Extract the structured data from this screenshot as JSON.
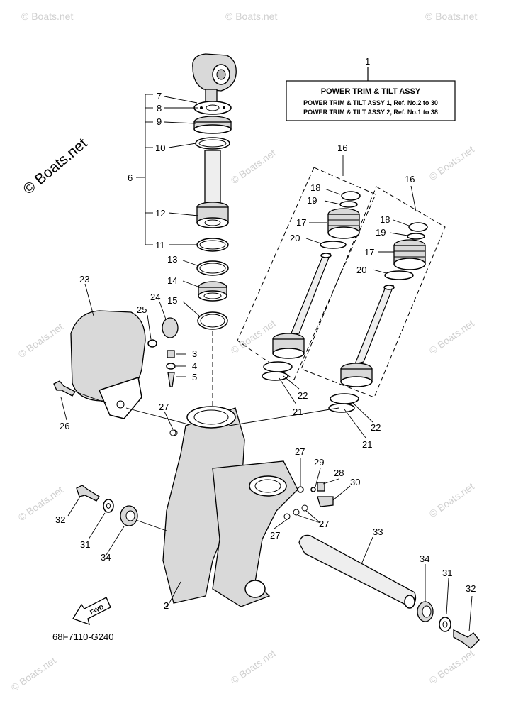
{
  "watermark": {
    "main": "© Boats.net",
    "faint": "© Boats.net"
  },
  "legend_box": {
    "title": "POWER TRIM & TILT ASSY",
    "line1": "POWER TRIM & TILT ASSY 1,   Ref. No.2 to 30",
    "line2": "POWER TRIM & TILT ASSY 2,   Ref. No.1 to 38"
  },
  "diagram_code": "68F7110-G240",
  "fwd_label": "FWD",
  "callouts": {
    "c1": "1",
    "c2": "2",
    "c3": "3",
    "c4": "4",
    "c5": "5",
    "c6": "6",
    "c7": "7",
    "c8": "8",
    "c9": "9",
    "c10": "10",
    "c11": "11",
    "c12": "12",
    "c13": "13",
    "c14": "14",
    "c15": "15",
    "c16a": "16",
    "c16b": "16",
    "c17a": "17",
    "c17b": "17",
    "c18a": "18",
    "c18b": "18",
    "c19a": "19",
    "c19b": "19",
    "c20a": "20",
    "c20b": "20",
    "c21a": "21",
    "c21b": "21",
    "c22a": "22",
    "c22b": "22",
    "c23": "23",
    "c24": "24",
    "c25": "25",
    "c26": "26",
    "c27a": "27",
    "c27b": "27",
    "c27c": "27",
    "c27d": "27",
    "c28": "28",
    "c29": "29",
    "c30": "30",
    "c31a": "31",
    "c31b": "31",
    "c32a": "32",
    "c32b": "32",
    "c33": "33",
    "c34a": "34",
    "c34b": "34"
  }
}
